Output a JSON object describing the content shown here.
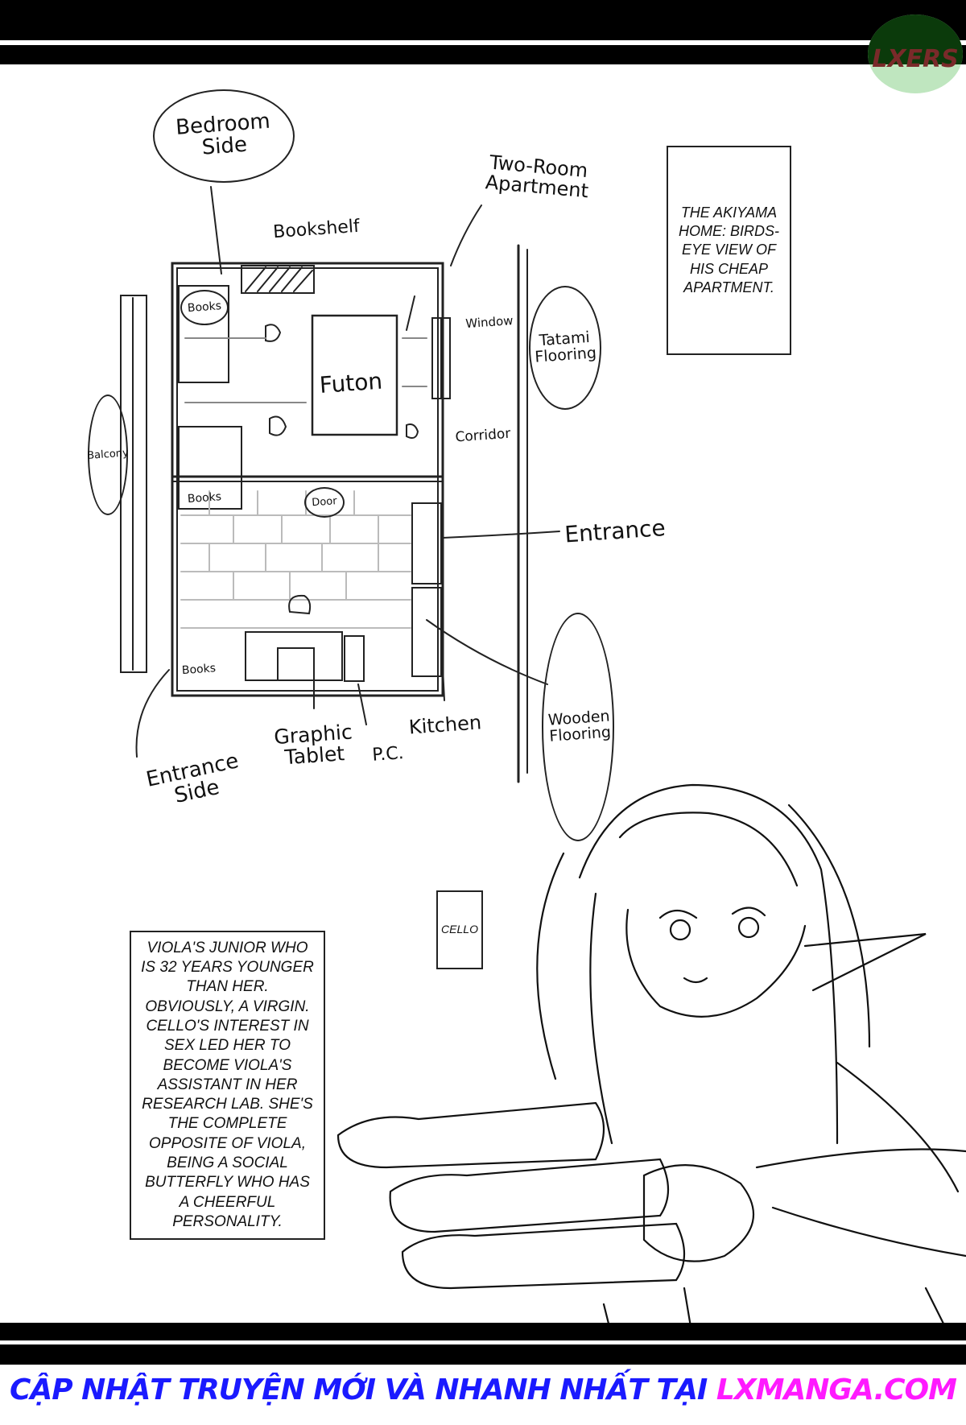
{
  "watermark": {
    "logo_text": "LXERS"
  },
  "floorplan": {
    "labels": {
      "bedroom_side": "Bedroom Side",
      "bookshelf": "Bookshelf",
      "two_room_apartment": "Two-Room Apartment",
      "books_1": "Books",
      "books_2": "Books",
      "books_3": "Books",
      "window": "Window",
      "tatami_flooring": "Tatami Flooring",
      "futon": "Futon",
      "balcony": "Balcony",
      "corridor": "Corridor",
      "door": "Door",
      "entrance": "Entrance",
      "wooden_flooring": "Wooden Flooring",
      "graphic_tablet": "Graphic Tablet",
      "pc": "P.C.",
      "kitchen": "Kitchen",
      "entrance_side": "Entrance Side"
    }
  },
  "captions": {
    "akiyama_home": "The Akiyama home: birds-eye view of his cheap apartment.",
    "character_name": "Cello",
    "cello_bio": "Viola's junior who is 32 years younger than her. Obviously, a virgin. Cello's interest in sex led her to become Viola's assistant in her research lab. She's the complete opposite of Viola, being a social butterfly who has a cheerful personality."
  },
  "banner": {
    "text": "CẬP NHẬT TRUYỆN MỚI VÀ NHANH NHẤT TẠI",
    "site": "LXMANGA.COM",
    "text_color": "#1a1aff",
    "site_color": "#ff1aff"
  }
}
